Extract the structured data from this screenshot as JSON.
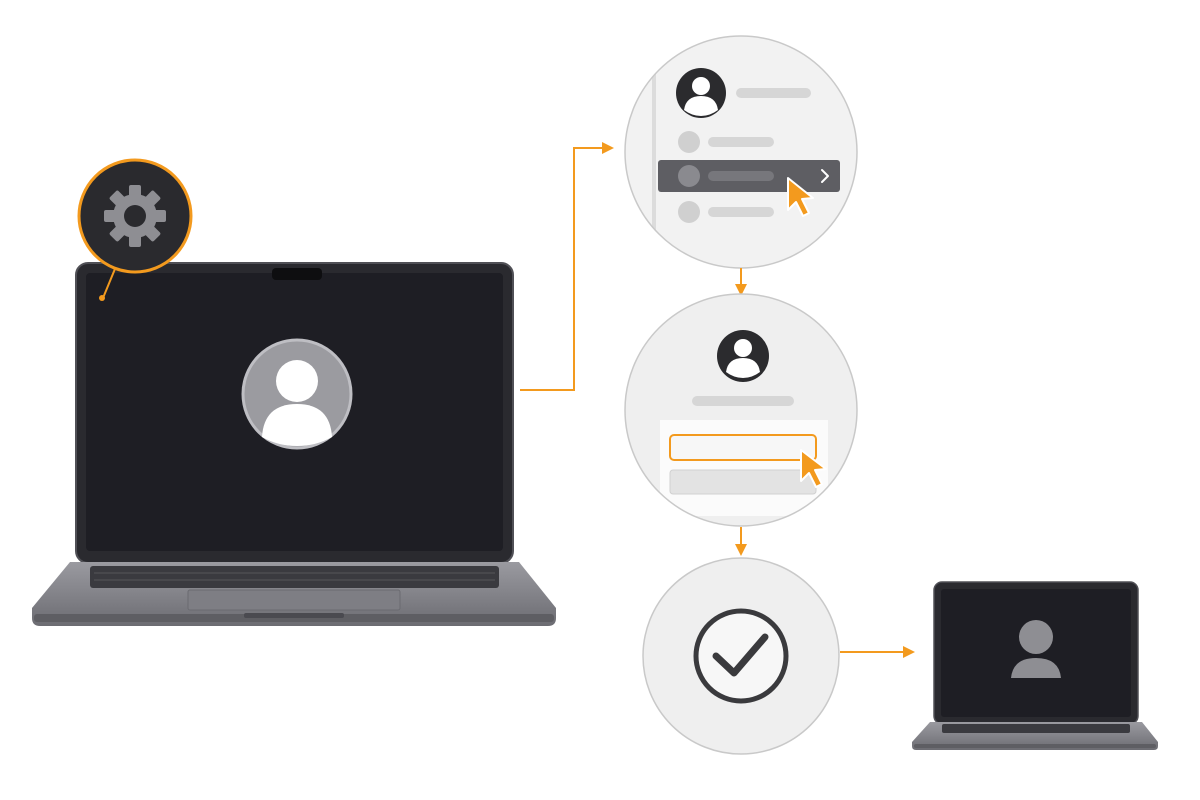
{
  "colors": {
    "accent": "#F39A1E",
    "background": "#FFFFFF",
    "screen": "#1E1E24",
    "laptop_body": "#8B8B90",
    "panel": "#EFEFEF",
    "panel_border": "#C9C9C9",
    "placeholder_bar": "#D6D6D6",
    "highlight_row": "#5E5E63",
    "icon_dark": "#2B2B2E",
    "avatar_gray": "#9B9BA0"
  },
  "icons": {
    "settings": "gear-icon",
    "user": "user-avatar-icon",
    "cursor": "mouse-pointer-icon",
    "chevron": "chevron-right-icon",
    "done": "checkmark-circle-icon"
  },
  "steps": [
    {
      "id": "select-user",
      "icon": "user-avatar-icon"
    },
    {
      "id": "enter-credentials",
      "icon": "mouse-pointer-icon"
    },
    {
      "id": "confirm",
      "icon": "checkmark-circle-icon"
    }
  ]
}
